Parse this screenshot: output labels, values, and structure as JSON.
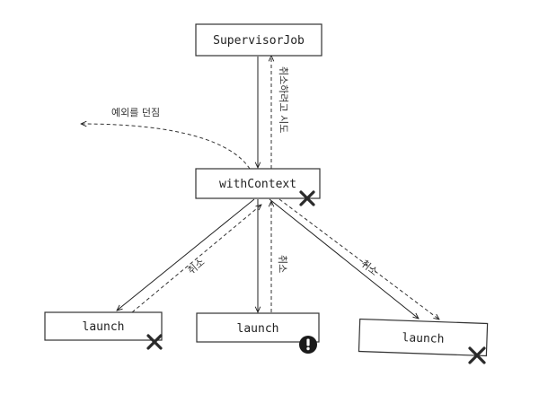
{
  "nodes": {
    "supervisor": "SupervisorJob",
    "with_context": "withContext",
    "launch_left": "launch",
    "launch_middle": "launch",
    "launch_right": "launch"
  },
  "edge_labels": {
    "attempt_cancel": "취소하려고 시도",
    "throws_exception": "예외를 던짐",
    "cancel_left": "취소",
    "cancel_middle": "취소",
    "cancel_right": "취소"
  },
  "markers": {
    "with_context": "cancelled-x-icon",
    "launch_left": "cancelled-x-icon",
    "launch_middle": "exception-icon",
    "launch_right": "cancelled-x-icon"
  },
  "colors": {
    "stroke": "#333333",
    "background": "#ffffff"
  }
}
